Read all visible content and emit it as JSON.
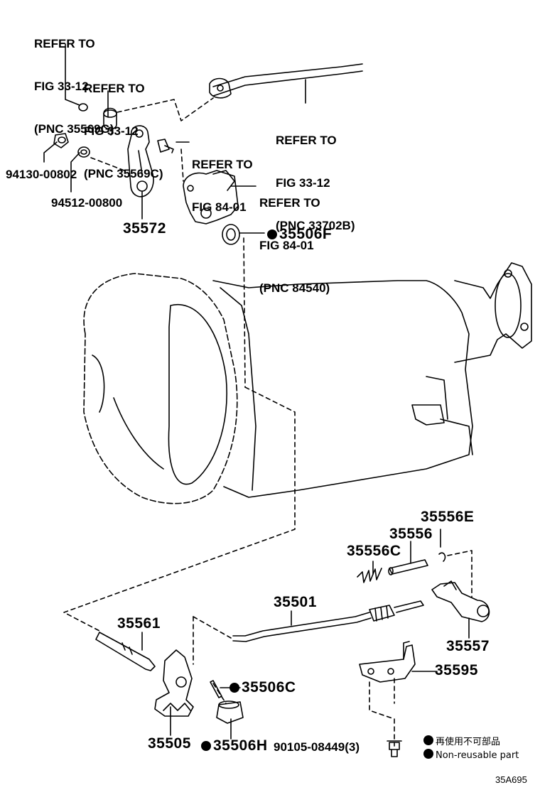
{
  "references": [
    {
      "line1": "REFER TO",
      "line2": "FIG 33-12",
      "line3": "(PNC 35569G)"
    },
    {
      "line1": "REFER TO",
      "line2": "FIG 33-12",
      "line3": "(PNC 35569C)"
    },
    {
      "line1": "REFER TO",
      "line2": "FIG 33-12",
      "line3": "(PNC 33702B)"
    },
    {
      "line1": "REFER TO",
      "line2": "FIG 84-01"
    },
    {
      "line1": "REFER TO",
      "line2": "FIG 84-01",
      "line3": "(PNC 84540)"
    }
  ],
  "parts": {
    "p94130": "94130-00802",
    "p94512": "94512-00800",
    "p35572": "35572",
    "p35506F": "35506F",
    "p35556E": "35556E",
    "p35556": "35556",
    "p35556C": "35556C",
    "p35501": "35501",
    "p35561": "35561",
    "p35557": "35557",
    "p35595": "35595",
    "p35506C": "35506C",
    "p35505": "35505",
    "p35506H": "35506H",
    "p90105": "90105-08449(3)"
  },
  "legend": {
    "jp": "再使用不可部品",
    "en": "Non-reusable part"
  },
  "figure_code": "35A695"
}
